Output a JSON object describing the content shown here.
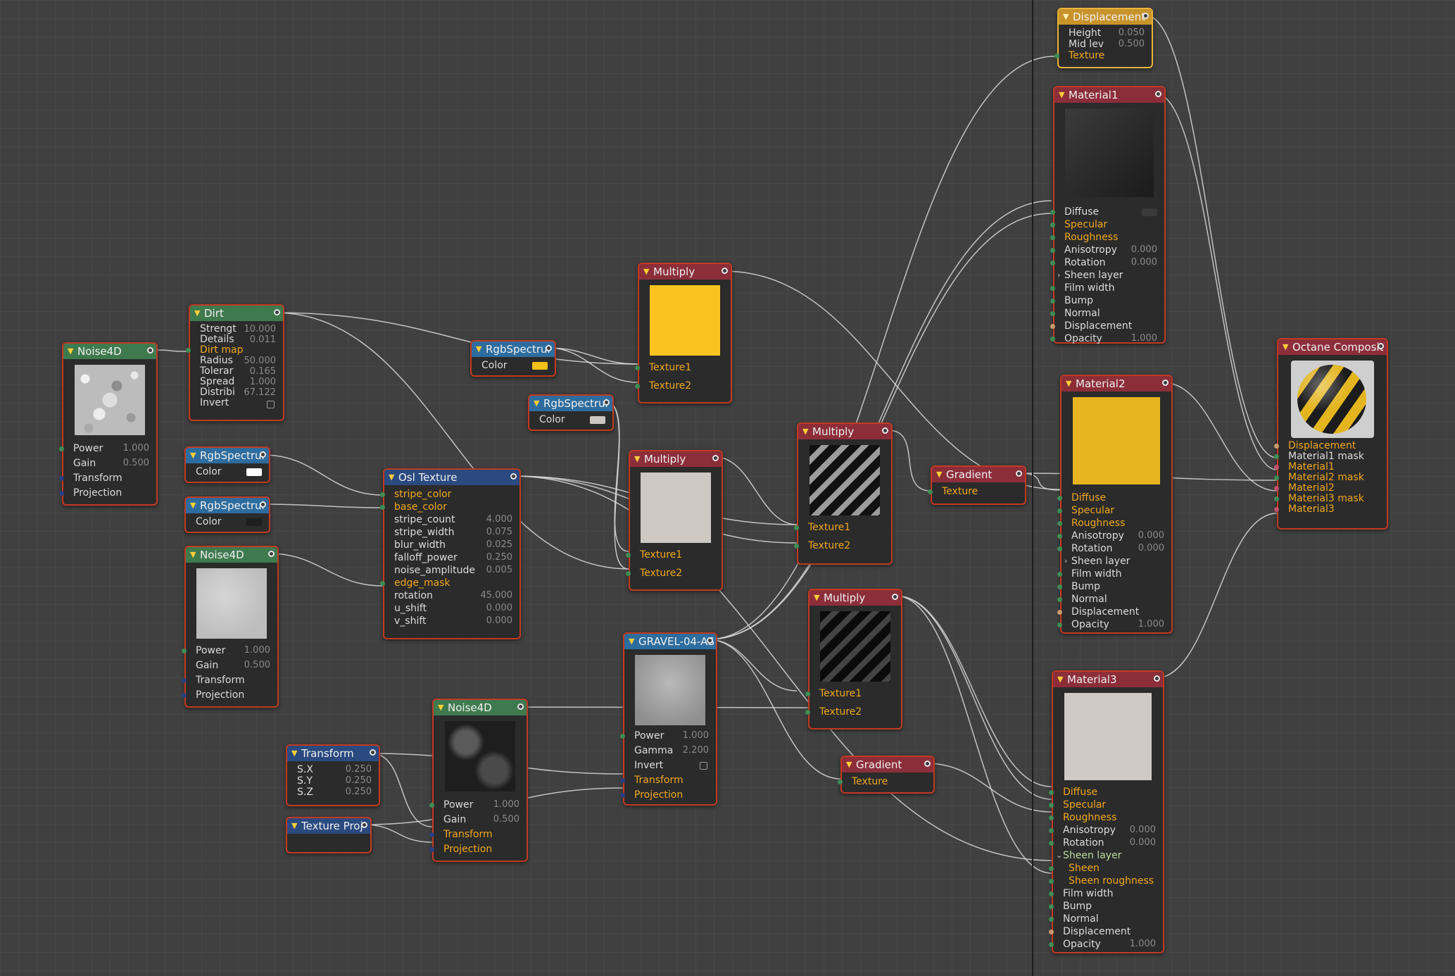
{
  "colors": {
    "background": "#404040",
    "node_border": "#c23a21",
    "selected_border": "#e9b53a",
    "link_text": "#f0a81f",
    "wire": "#d9d9d9"
  },
  "nodes": {
    "noise4d_1": {
      "title": "Noise4D",
      "power_label": "Power",
      "power": "1.000",
      "gain_label": "Gain",
      "gain": "0.500",
      "transform_label": "Transform",
      "projection_label": "Projection"
    },
    "dirt": {
      "title": "Dirt",
      "strength_label": "Strengt",
      "strength": "10.000",
      "details_label": "Details",
      "details": "0.011",
      "dirtmap_label": "Dirt map",
      "radius_label": "Radius",
      "radius": "50.000",
      "tolerance_label": "Tolerar",
      "tolerance": "0.165",
      "spread_label": "Spread",
      "spread": "1.000",
      "distribution_label": "Distribi",
      "distribution": "67.122",
      "invert_label": "Invert"
    },
    "rgb1": {
      "title": "RgbSpectrui",
      "color_label": "Color",
      "swatch": "#ffffff"
    },
    "rgb2": {
      "title": "RgbSpectrui",
      "color_label": "Color",
      "swatch": "#1e1e1e"
    },
    "rgb3": {
      "title": "RgbSpectrui",
      "color_label": "Color",
      "swatch": "#f2c018"
    },
    "rgb4": {
      "title": "RgbSpectrui",
      "color_label": "Color",
      "swatch": "#cbc6c0"
    },
    "noise4d_2": {
      "title": "Noise4D",
      "power_label": "Power",
      "power": "1.000",
      "gain_label": "Gain",
      "gain": "0.500",
      "transform_label": "Transform",
      "projection_label": "Projection"
    },
    "osl": {
      "title": "Osl Texture",
      "stripe_color": "stripe_color",
      "base_color": "base_color",
      "stripe_count_label": "stripe_count",
      "stripe_count": "4.000",
      "stripe_width_label": "stripe_width",
      "stripe_width": "0.075",
      "blur_width_label": "blur_width",
      "blur_width": "0.025",
      "falloff_power_label": "falloff_power",
      "falloff_power": "0.250",
      "noise_amplitude_label": "noise_amplitude",
      "noise_amplitude": "0.005",
      "edge_mask": "edge_mask",
      "rotation_label": "rotation",
      "rotation": "45.000",
      "u_shift_label": "u_shift",
      "u_shift": "0.000",
      "v_shift_label": "v_shift",
      "v_shift": "0.000"
    },
    "multiply_top": {
      "title": "Multiply",
      "texture1": "Texture1",
      "texture2": "Texture2"
    },
    "multiply_mid": {
      "title": "Multiply",
      "texture1": "Texture1",
      "texture2": "Texture2"
    },
    "multiply_stripe1": {
      "title": "Multiply",
      "texture1": "Texture1",
      "texture2": "Texture2"
    },
    "multiply_stripe2": {
      "title": "Multiply",
      "texture1": "Texture1",
      "texture2": "Texture2"
    },
    "gravel": {
      "title": "GRAVEL-04-AS",
      "power_label": "Power",
      "power": "1.000",
      "gamma_label": "Gamma",
      "gamma": "2.200",
      "invert_label": "Invert",
      "transform_label": "Transform",
      "projection_label": "Projection"
    },
    "noise4d_3": {
      "title": "Noise4D",
      "power_label": "Power",
      "power": "1.000",
      "gain_label": "Gain",
      "gain": "0.500",
      "transform_label": "Transform",
      "projection_label": "Projection"
    },
    "transform": {
      "title": "Transform",
      "sx_label": "S.X",
      "sx": "0.250",
      "sy_label": "S.Y",
      "sy": "0.250",
      "sz_label": "S.Z",
      "sz": "0.250"
    },
    "texproj": {
      "title": "Texture Proj"
    },
    "gradient1": {
      "title": "Gradient",
      "texture_label": "Texture"
    },
    "gradient2": {
      "title": "Gradient",
      "texture_label": "Texture"
    },
    "displacement": {
      "title": "Displacement",
      "height_label": "Height",
      "height": "0.050",
      "midlevel_label": "Mid lev",
      "midlevel": "0.500",
      "texture_label": "Texture"
    },
    "material1": {
      "title": "Material1",
      "diffuse": "Diffuse",
      "specular": "Specular",
      "roughness": "Roughness",
      "anisotropy_label": "Anisotropy",
      "anisotropy": "0.000",
      "rotation_label": "Rotation",
      "rotation": "0.000",
      "sheen_layer": "Sheen layer",
      "film_width": "Film width",
      "bump": "Bump",
      "normal": "Normal",
      "displacement": "Displacement",
      "opacity_label": "Opacity",
      "opacity": "1.000"
    },
    "material2": {
      "title": "Material2",
      "diffuse": "Diffuse",
      "specular": "Specular",
      "roughness": "Roughness",
      "anisotropy_label": "Anisotropy",
      "anisotropy": "0.000",
      "rotation_label": "Rotation",
      "rotation": "0.000",
      "sheen_layer": "Sheen layer",
      "film_width": "Film width",
      "bump": "Bump",
      "normal": "Normal",
      "displacement": "Displacement",
      "opacity_label": "Opacity",
      "opacity": "1.000"
    },
    "material3": {
      "title": "Material3",
      "diffuse": "Diffuse",
      "specular": "Specular",
      "roughness": "Roughness",
      "anisotropy_label": "Anisotropy",
      "anisotropy": "0.000",
      "rotation_label": "Rotation",
      "rotation": "0.000",
      "sheen_layer": "Sheen layer",
      "sheen": "Sheen",
      "sheen_roughness": "Sheen roughness",
      "film_width": "Film width",
      "bump": "Bump",
      "normal": "Normal",
      "displacement": "Displacement",
      "opacity_label": "Opacity",
      "opacity": "1.000"
    },
    "composite": {
      "title": "Octane Composit",
      "displacement": "Displacement",
      "mat1_mask": "Material1 mask",
      "mat1": "Material1",
      "mat2_mask": "Material2 mask",
      "mat2": "Material2",
      "mat3_mask": "Material3 mask",
      "mat3": "Material3"
    }
  }
}
